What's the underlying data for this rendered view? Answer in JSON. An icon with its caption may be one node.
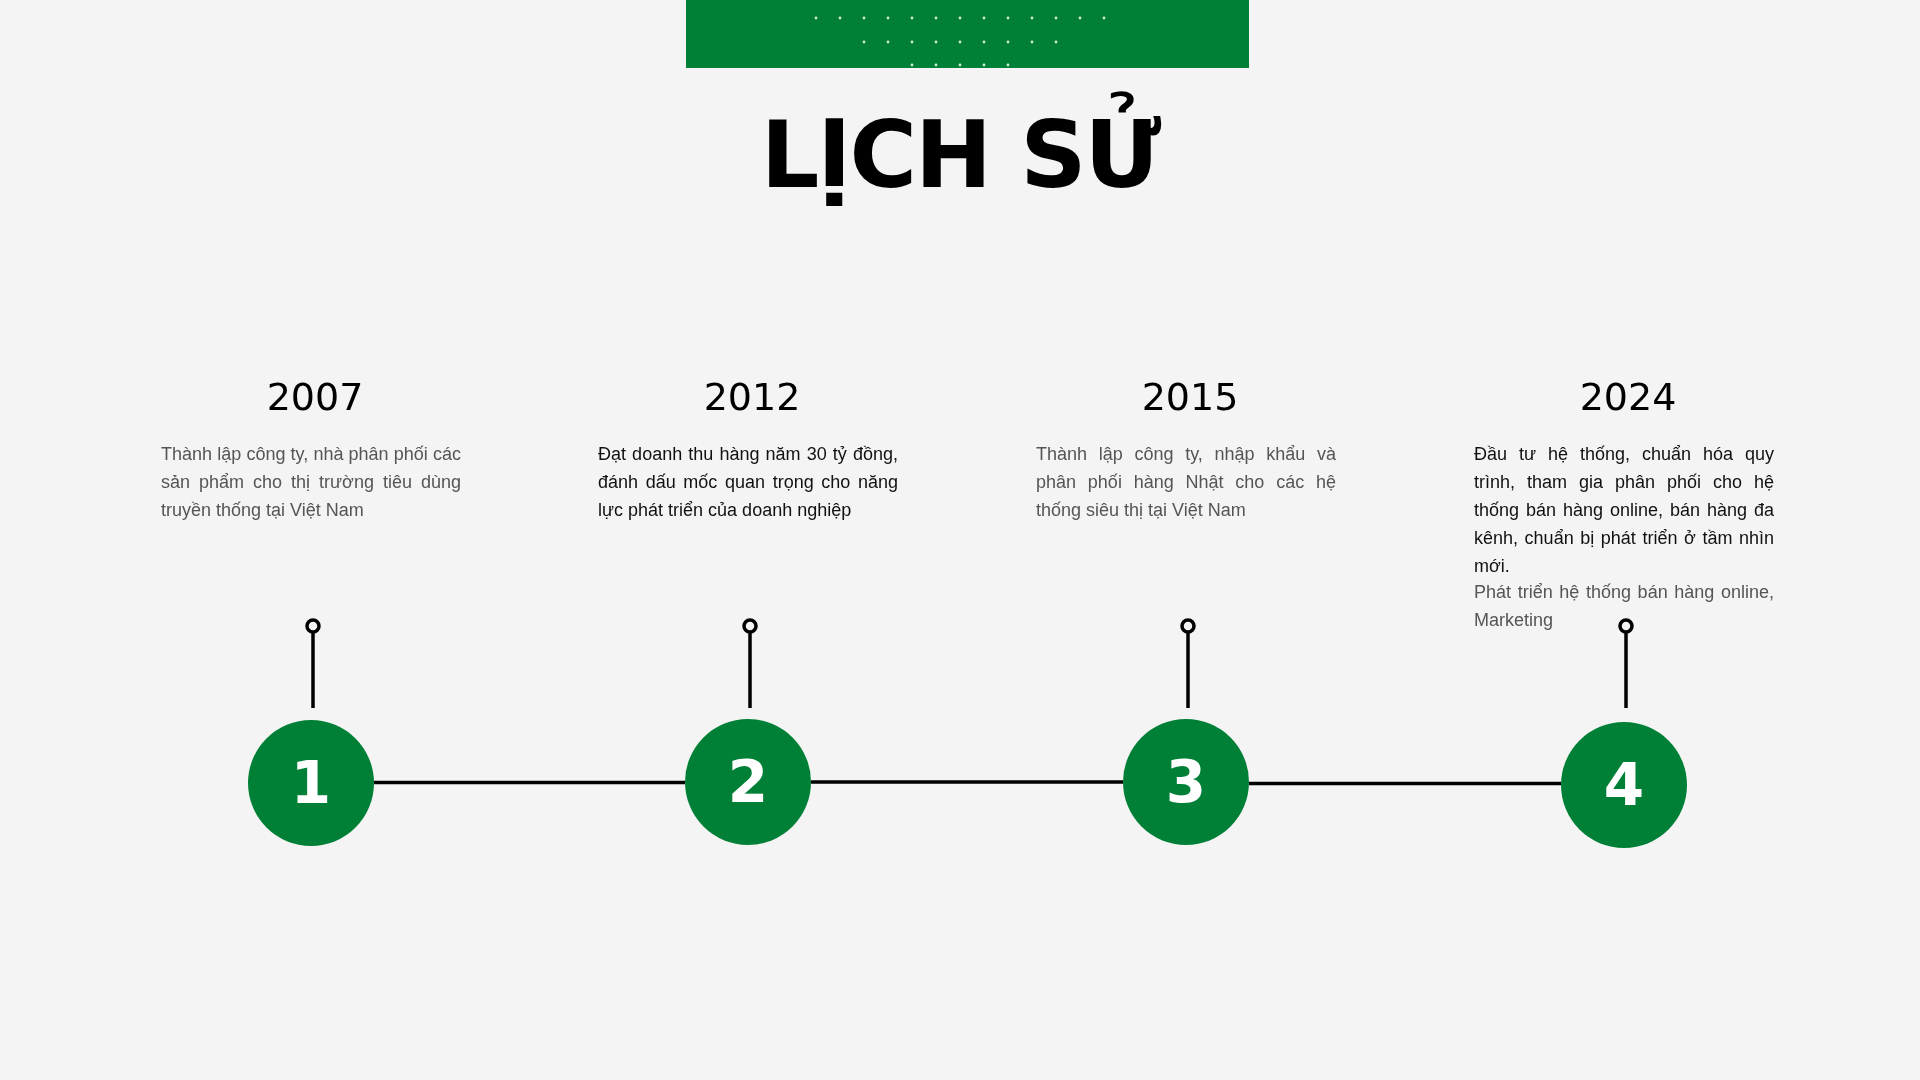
{
  "diagram": {
    "title": "LỊCH SỬ",
    "nodes": [
      {
        "text": [
          "1"
        ],
        "beside": [
          "2007",
          "Thành lập công ty, nhà phân phối các sản phẩm cho thị trường tiêu dùng truyền thống tại Việt Nam"
        ]
      },
      {
        "text": [
          "2"
        ],
        "beside": [
          "2012",
          "Đạt doanh thu hàng năm 30 tỷ đồng, đánh dấu mốc quan trọng cho năng lực phát triển của doanh nghiệp"
        ]
      },
      {
        "text": [
          "3"
        ],
        "beside": [
          "2015",
          "Thành lập công ty, nhập khẩu và phân phối hàng Nhật cho các hệ thống siêu thị tại Việt Nam"
        ]
      },
      {
        "text": [
          "4"
        ],
        "beside": [
          "2024",
          "Đầu tư hệ thống, chuẩn hóa quy trình, tham gia phân phối cho hệ thống bán hàng online, bán hàng đa kênh, chuẩn bị phát triển ở tầm nhìn mới.",
          "Phát triển hệ thống bán hàng online, Marketing"
        ]
      }
    ],
    "edges": [
      {
        "from": 0,
        "to": 1,
        "arrow": "none"
      },
      {
        "from": 1,
        "to": 2,
        "arrow": "none"
      },
      {
        "from": 2,
        "to": 3,
        "arrow": "none"
      }
    ]
  }
}
